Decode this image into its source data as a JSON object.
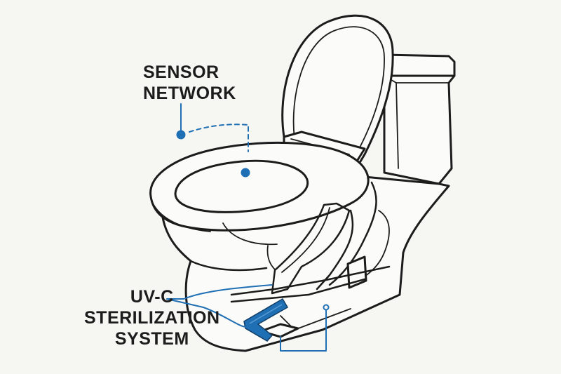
{
  "labels": {
    "sensor_network": {
      "line1": "SENSOR",
      "line2": "NETWORK"
    },
    "uvc_system": {
      "line1": "UV-C",
      "line2": "STERILIZATION",
      "line3": "SYSTEM"
    }
  },
  "colors": {
    "outline": "#1c1c1c",
    "accent_blue": "#1f6fb5",
    "fill_light": "#fbfbf9",
    "background": "#f6f6f3"
  }
}
